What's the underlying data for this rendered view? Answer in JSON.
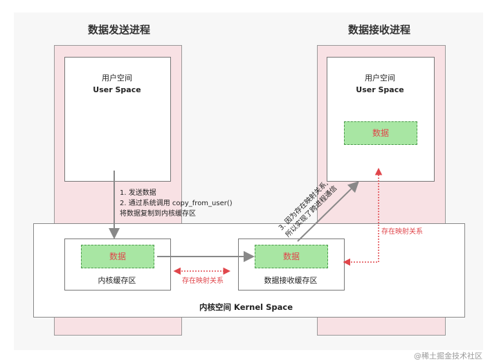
{
  "sender_title": "数据发送进程",
  "receiver_title": "数据接收进程",
  "user_space_cn": "用户空间",
  "user_space_en": "User Space",
  "kernel_space_label": "内核空间 Kernel Space",
  "kernel_buffer_label": "内核缓存区",
  "receive_buffer_label": "数据接收缓存区",
  "data_label": "数据",
  "step1": "1.  发送数据",
  "step2_line1": "2.  通过系统调用 copy_from_user()",
  "step2_line2": "将数据复制到内核缓存区",
  "step3_line1": "3. 因为存在映射关系,",
  "step3_line2": "所以实现了跨进程通信",
  "mapping_label": "存在映射关系",
  "watermark": "@稀土掘金技术社区",
  "colors": {
    "process_bg": "#f8e1e4",
    "data_green": "#a8e6a3",
    "mapping_red": "#e0464b",
    "arrow_gray": "#888888"
  }
}
